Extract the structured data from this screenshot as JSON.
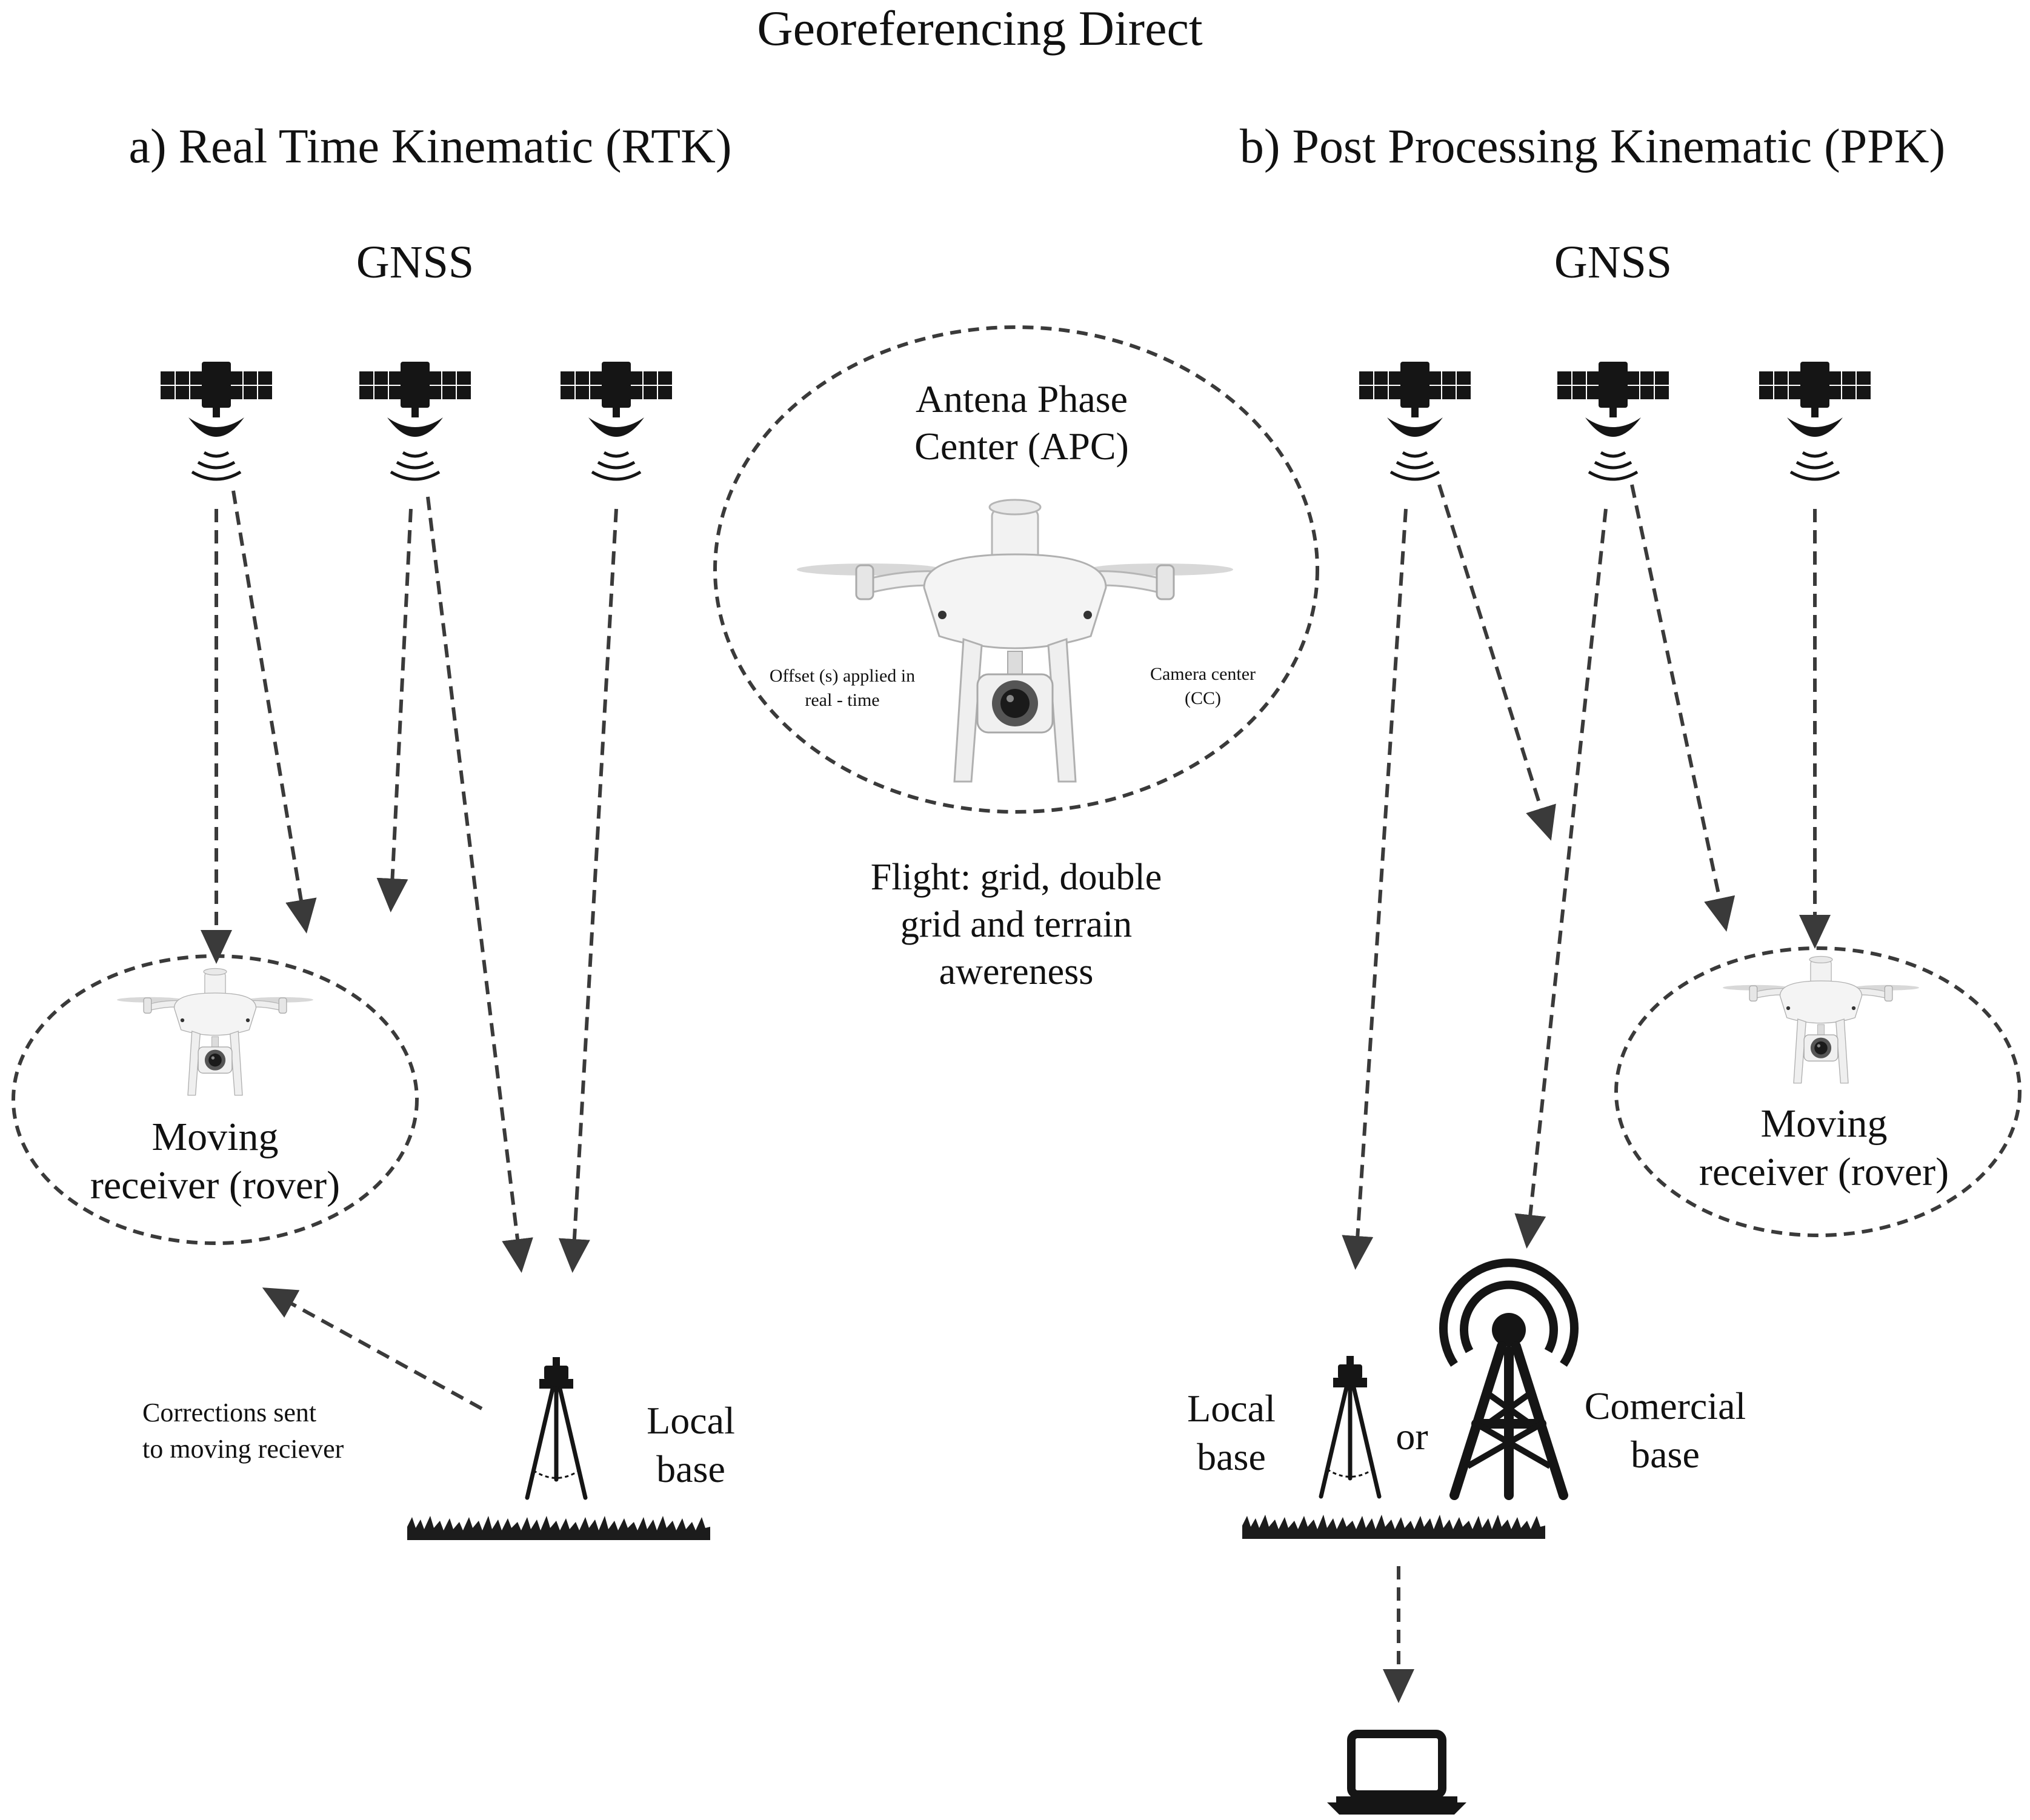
{
  "title": "Georeferencing Direct",
  "rtk": {
    "heading": "a) Real Time Kinematic (RTK)",
    "gnss": "GNSS",
    "rover_line1": "Moving",
    "rover_line2": "receiver (rover)",
    "corrections_line1": "Corrections sent",
    "corrections_line2": "to moving reciever",
    "base_line1": "Local",
    "base_line2": "base"
  },
  "center": {
    "apc_line1": "Antena Phase",
    "apc_line2": "Center (APC)",
    "offset_line1": "Offset (s) applied in",
    "offset_line2": "real - time",
    "camera_line1": "Camera center",
    "camera_line2": "(CC)",
    "flight_line1": "Flight: grid, double",
    "flight_line2": "grid and terrain",
    "flight_line3": "awereness"
  },
  "ppk": {
    "heading": "b) Post Processing Kinematic (PPK)",
    "gnss": "GNSS",
    "rover_line1": "Moving",
    "rover_line2": "receiver (rover)",
    "local_line1": "Local",
    "local_line2": "base",
    "or": "or",
    "commercial_line1": "Comercial",
    "commercial_line2": "base"
  },
  "icons": [
    "satellite-icon",
    "drone-icon",
    "tripod-icon",
    "radio-tower-icon",
    "laptop-icon",
    "grass-ground-icon"
  ],
  "colors": {
    "line": "#3a3a3a",
    "text": "#111111",
    "drone_body": "#eeeeee"
  }
}
